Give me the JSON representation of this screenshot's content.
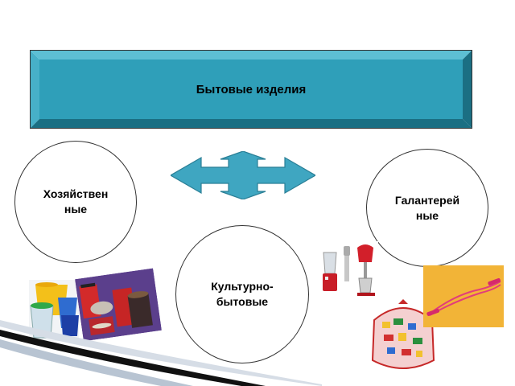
{
  "title": "Бытовые изделия",
  "categories": {
    "left": {
      "line1": "Хозяйствен",
      "line2": "ные"
    },
    "right": {
      "line1": "Галантерей",
      "line2": "ные"
    },
    "middle": {
      "line1": "Культурно-",
      "line2": "бытовые"
    }
  },
  "colors": {
    "title_fill": "#2f9fb9",
    "title_bevel_light": "#5dbfd4",
    "title_bevel_dark": "#1b6f83",
    "arrow_fill": "#3fa6c1",
    "arrow_stroke": "#2a7f96"
  },
  "icons": {
    "arrow": "four-way-arrow-icon",
    "buckets": "plastic-buckets-photo",
    "cans": "tin-containers-photo",
    "mixers": "kitchen-appliances-photo",
    "bag": "toy-bag-photo",
    "sport": "jump-rope-photo"
  }
}
